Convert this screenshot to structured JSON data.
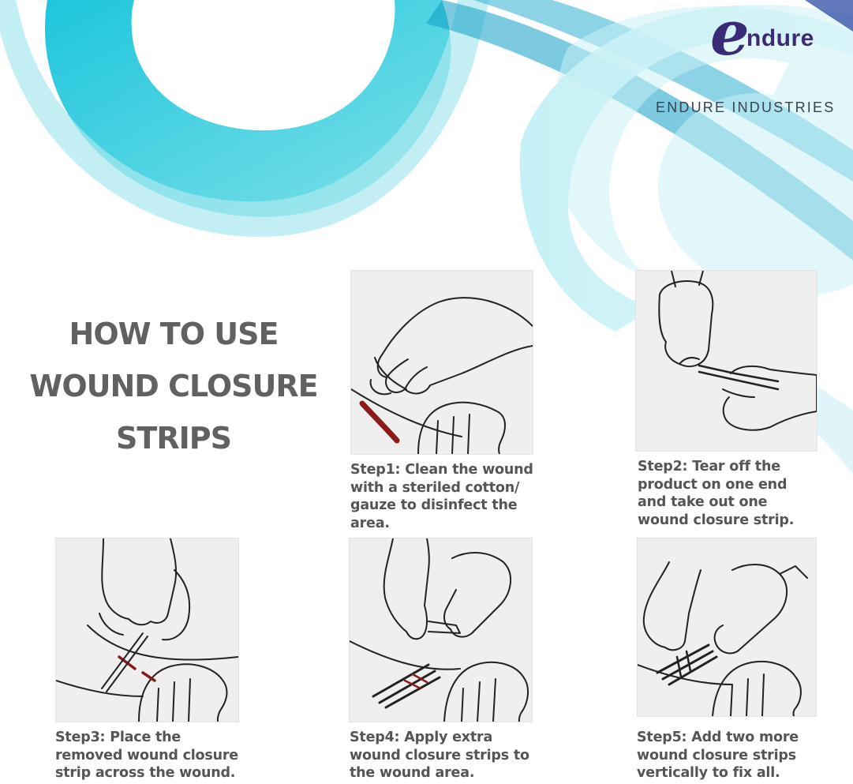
{
  "brand": {
    "logo_letter": "e",
    "logo_name": "ndure",
    "company_name": "ENDURE INDUSTRIES",
    "primary_color": "#3b2a78",
    "accent_color": "#1ec6dd"
  },
  "heading": {
    "line1": "HOW TO USE",
    "line2": "WOUND CLOSURE",
    "line3": "STRIPS"
  },
  "steps": [
    {
      "lines": [
        "Step1: Clean the wound",
        "with a steriled cotton/",
        "gauze to disinfect the",
        "area."
      ],
      "illustration": "hand-cleaning-wound"
    },
    {
      "lines": [
        "Step2: Tear off the",
        "product on one end",
        "and take out one",
        "wound closure strip."
      ],
      "illustration": "hands-tearing-strip"
    },
    {
      "lines": [
        "Step3: Place the",
        "removed wound closure",
        "strip across the wound."
      ],
      "illustration": "hands-placing-strip"
    },
    {
      "lines": [
        "Step4: Apply extra",
        "wound closure strips to",
        "the wound area."
      ],
      "illustration": "hands-applying-strips"
    },
    {
      "lines": [
        "Step5: Add two more",
        "wound closure strips",
        "vertically to fix all."
      ],
      "illustration": "hands-adding-strips"
    }
  ]
}
